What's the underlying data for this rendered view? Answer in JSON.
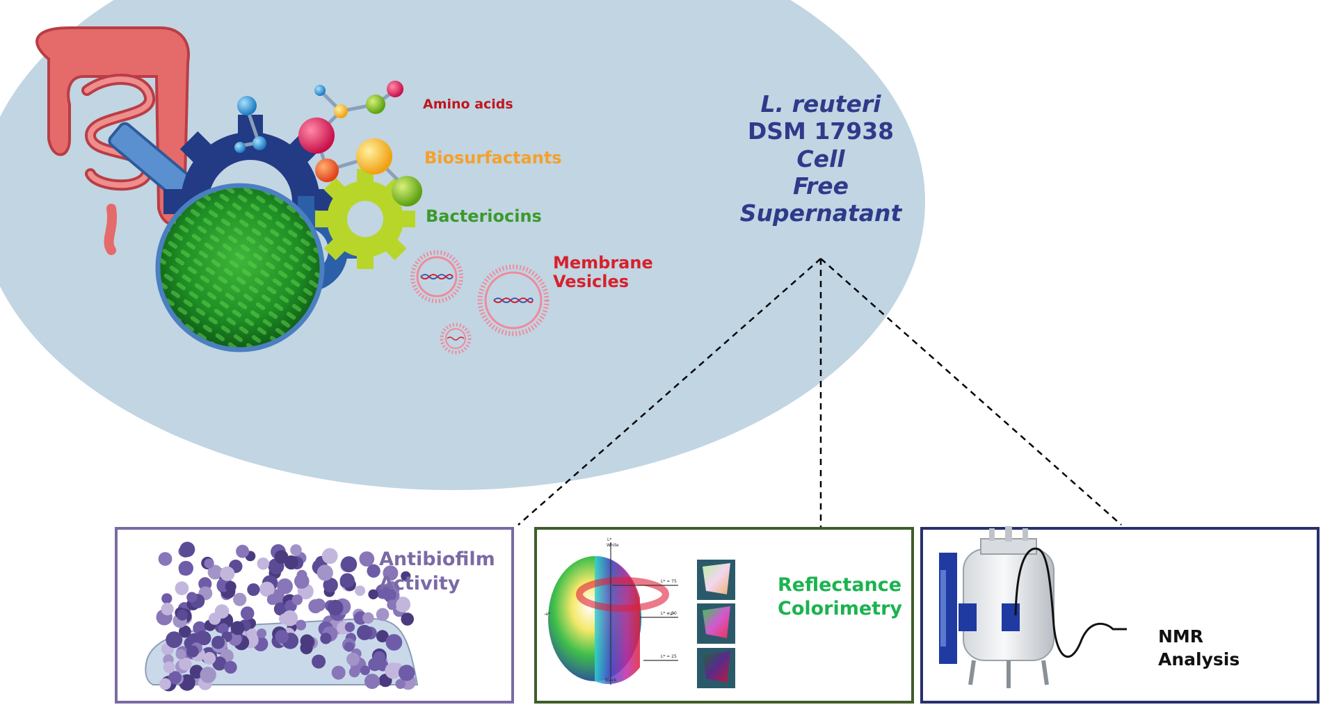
{
  "organism": {
    "species": "L. reuteri",
    "strain": "DSM 17938",
    "line_cell": "Cell",
    "line_free": "Free",
    "line_supernatant": "Supernatant"
  },
  "components": {
    "amino_acids": "Amino acids",
    "biosurfactants": "Biosurfactants",
    "bacteriocins": "Bacteriocins",
    "membrane": "Membrane",
    "vesicles": "Vesicles"
  },
  "analyses": {
    "antibiofilm_line1": "Antibiofilm",
    "antibiofilm_line2": "Activity",
    "reflectance_line1": "Reflectance",
    "reflectance_line2": "Colorimetry",
    "nmr_line1": "NMR",
    "nmr_line2": "Analysis"
  },
  "colorimetry_inset": {
    "white": "White",
    "black": "Black",
    "l_axis": "L*",
    "plus_a": "+a*",
    "minus_a": "-a*",
    "l_75": "L* = 75",
    "l_50": "L* = 50",
    "l_25": "L* = 25"
  },
  "colors": {
    "ellipse": "#c1d5e3",
    "title": "#2f3a8a",
    "amino_acids": "#c0161e",
    "biosurfactants": "#f5a02a",
    "bacteriocins": "#3a9a2c",
    "membrane_vesicles": "#d8202b",
    "antibiofilm": "#7b6aa6",
    "reflectance": "#1bb34f",
    "nmr": "#111111",
    "box_antibiofilm": "#7a6aa3",
    "box_reflectance": "#3f5d2a",
    "box_nmr": "#27306e"
  }
}
